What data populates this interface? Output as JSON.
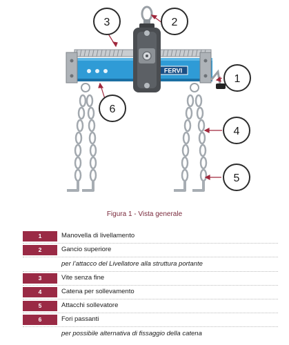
{
  "figure": {
    "brand": "FERVI",
    "callouts": [
      "1",
      "2",
      "3",
      "4",
      "5",
      "6"
    ],
    "caption": "Figura 1 - Vista generale",
    "colors": {
      "beam": "#2f9bd6",
      "beam_dark": "#1b6fa3",
      "steel": "#b9bec4",
      "callout_circle": "#2b2b2b",
      "callout_arrow": "#a0283c",
      "caption": "#7a2a3c",
      "badge": "#9a2a45"
    }
  },
  "legend": [
    {
      "number": "1",
      "label": "Manovella di livellamento"
    },
    {
      "number": "2",
      "label": "Gancio superiore",
      "note": "per l’attacco del Livellatore alla struttura portante"
    },
    {
      "number": "3",
      "label": "Vite senza fine"
    },
    {
      "number": "4",
      "label": "Catena per sollevamento"
    },
    {
      "number": "5",
      "label": "Attacchi sollevatore"
    },
    {
      "number": "6",
      "label": "Fori passanti",
      "note": "per possibile alternativa di fissaggio della catena"
    }
  ]
}
